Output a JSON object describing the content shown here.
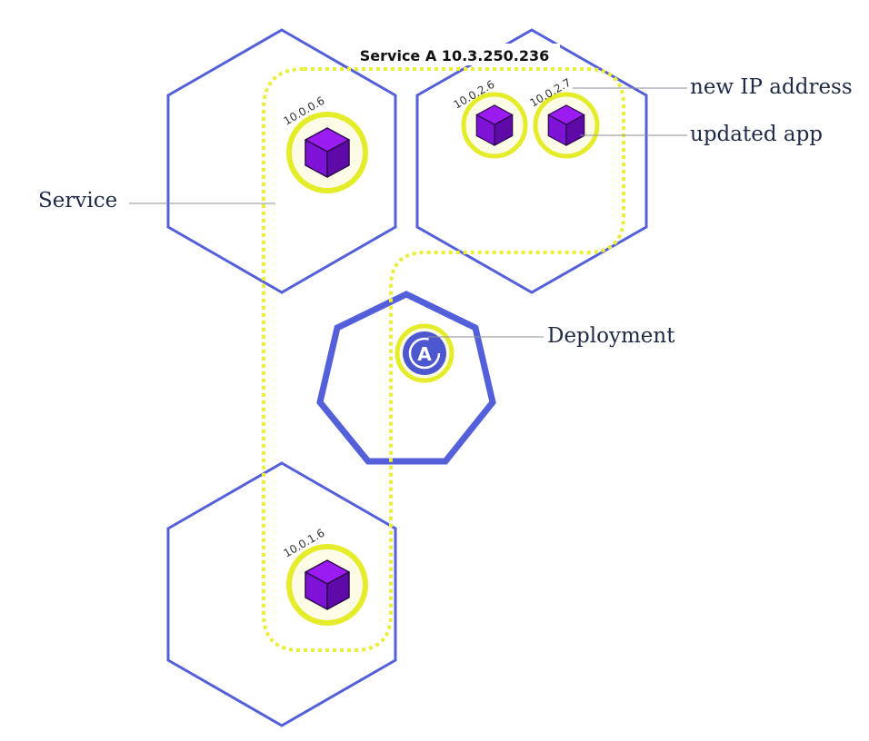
{
  "service": {
    "title": "Service A 10.3.250.236"
  },
  "labels": {
    "service": "Service",
    "new_ip": "new IP address",
    "updated_app": "updated app",
    "deployment": "Deployment"
  },
  "pods": [
    {
      "ip": "10.0.0.6"
    },
    {
      "ip": "10.0.2.6"
    },
    {
      "ip": "10.0.2.7"
    },
    {
      "ip": "10.0.1.6"
    }
  ],
  "deployment": {
    "glyph": "A"
  },
  "colors": {
    "node_stroke": "#5460d9",
    "service_outline": "#eaee3a",
    "pod_ring": "#e5ec2a",
    "pod_fill": "#fbfbe6",
    "cube_top": "#9b1cf0",
    "cube_left": "#7e12d6",
    "cube_right": "#5f0aa8",
    "deployment_fill": "#4d57cf"
  },
  "icons": [
    "cube-icon",
    "deployment-icon"
  ]
}
